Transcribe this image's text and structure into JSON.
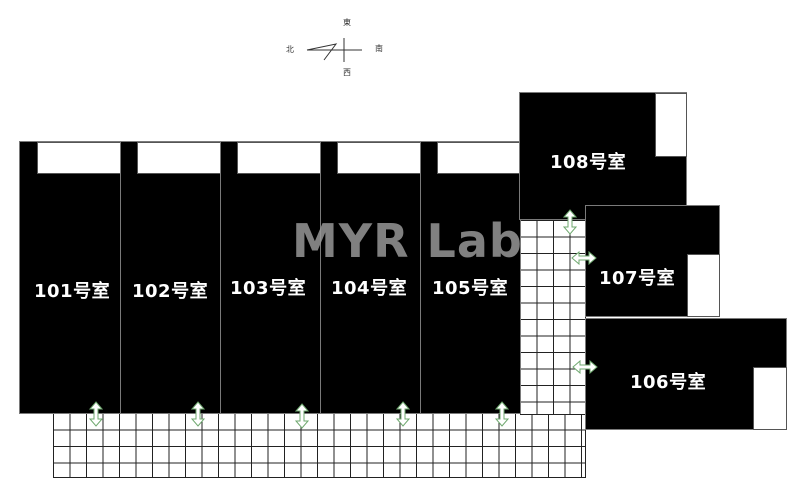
{
  "compass": {
    "north": "北",
    "east": "東",
    "south": "南",
    "west": "西"
  },
  "watermark": "MYR Lab",
  "rooms": {
    "r101": "101号室",
    "r102": "102号室",
    "r103": "103号室",
    "r104": "104号室",
    "r105": "105号室",
    "r106": "106号室",
    "r107": "107号室",
    "r108": "108号室"
  },
  "colors": {
    "room": "#000000",
    "corridor_grid": "#222222",
    "door_arrow": "#6fa86f"
  }
}
